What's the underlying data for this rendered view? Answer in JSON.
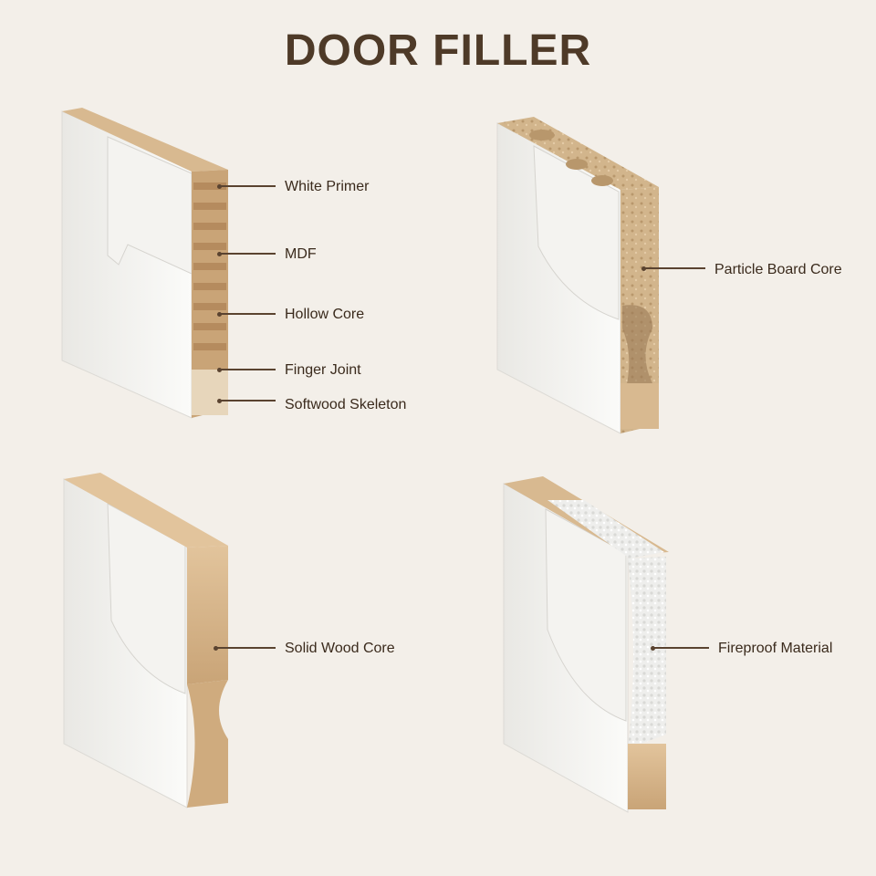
{
  "title": "DOOR FILLER",
  "colors": {
    "background": "#f3efe9",
    "title": "#4e3a28",
    "door_white": "#f6f5f2",
    "wood": "#d8b990",
    "fireproof": "#ecebe8"
  },
  "panels": [
    {
      "name": "hollow-core-door",
      "labels": [
        "White Primer",
        "MDF",
        "Hollow Core",
        "Finger Joint",
        "Softwood Skeleton"
      ]
    },
    {
      "name": "particle-board-door",
      "labels": [
        "Particle Board Core"
      ]
    },
    {
      "name": "solid-wood-door",
      "labels": [
        "Solid Wood Core"
      ]
    },
    {
      "name": "fireproof-door",
      "labels": [
        "Fireproof Material"
      ]
    }
  ]
}
